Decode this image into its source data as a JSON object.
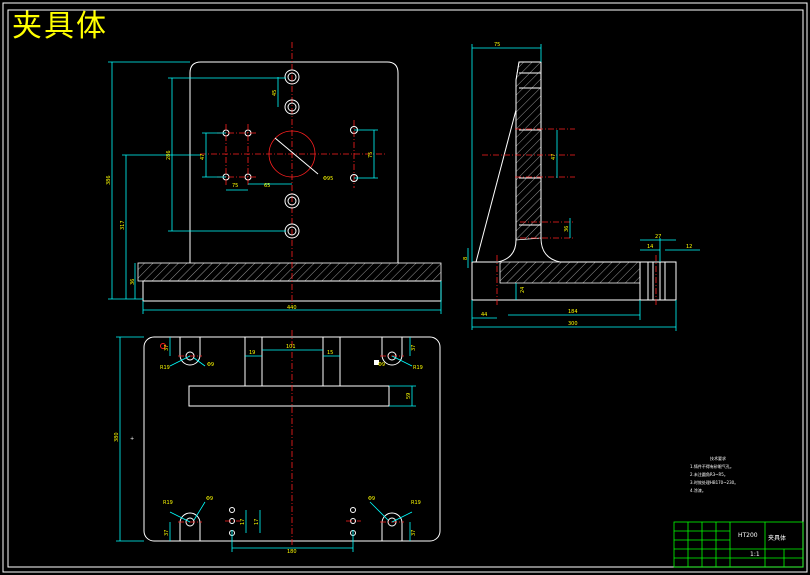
{
  "title": "夹具体",
  "corner_mark": "",
  "front_view": {
    "dims": {
      "width": "440",
      "height_total": "386",
      "height_mid": "317",
      "height_upper": "286",
      "base": "36",
      "spacing_v1": "45",
      "spacing_v2": "47",
      "spacing_v3": "75",
      "bolt_center": "65",
      "spacing_h": "75",
      "bore": "Φ95"
    }
  },
  "side_view": {
    "dims": {
      "top": "75",
      "slot_span": "47",
      "lower": "36",
      "left_small": "8",
      "base_h": "24",
      "base_left": "44",
      "length": "184",
      "total": "300",
      "right_a": "27",
      "right_b": "14",
      "right_c": "12"
    }
  },
  "top_view": {
    "dims": {
      "height": "380",
      "slot_left": "19",
      "slot_mid": "101",
      "slot_right": "15",
      "bar": "59",
      "corner_r_tl": "R19",
      "corner_r_tr": "R19",
      "corner_r_bl": "R19",
      "corner_r_br": "R19",
      "hole_tl": "Φ9",
      "hole_tr": "Φ9",
      "hole_bl": "Φ9",
      "hole_br": "Φ9",
      "edge_tl": "37",
      "edge_tr": "37",
      "edge_bl": "37",
      "edge_br": "37",
      "bottom_span": "180",
      "pitch_a": "17",
      "pitch_b": "17",
      "axis_mark": "+"
    }
  },
  "tech_notes": {
    "heading": "技术要求",
    "lines": [
      "1.铸件不得有砂眼气孔。",
      "2.未注圆角R3~R5。",
      "3.时效处理HB170~230。",
      "4.涂漆。"
    ]
  },
  "title_block": {
    "part_name": "夹具体",
    "material": "HT200",
    "scale": "1:1"
  }
}
